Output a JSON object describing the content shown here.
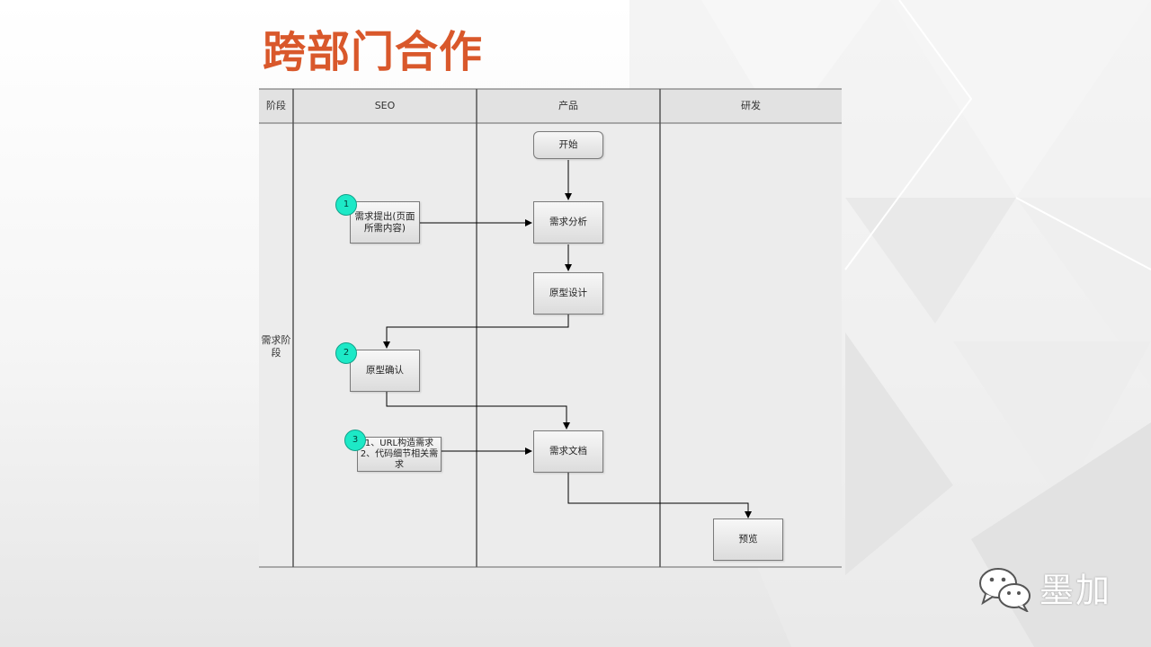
{
  "title": "跨部门合作",
  "columns": {
    "stage": "阶段",
    "seo": "SEO",
    "product": "产品",
    "dev": "研发"
  },
  "lane": "需求阶段",
  "nodes": {
    "start": "开始",
    "seo_request": "需求提出(页面所需内容)",
    "analysis": "需求分析",
    "prototype_design": "原型设计",
    "prototype_confirm": "原型确认",
    "url_code_req": "1、URL构造需求\n2、代码细节相关需求",
    "requirement_doc": "需求文档",
    "preview": "预览"
  },
  "badges": {
    "b1": "1",
    "b2": "2",
    "b3": "3"
  },
  "brand": {
    "name": "墨加",
    "icon": "wechat-icon"
  },
  "colors": {
    "title": "#d9582b",
    "badge": "#1de9c7"
  }
}
